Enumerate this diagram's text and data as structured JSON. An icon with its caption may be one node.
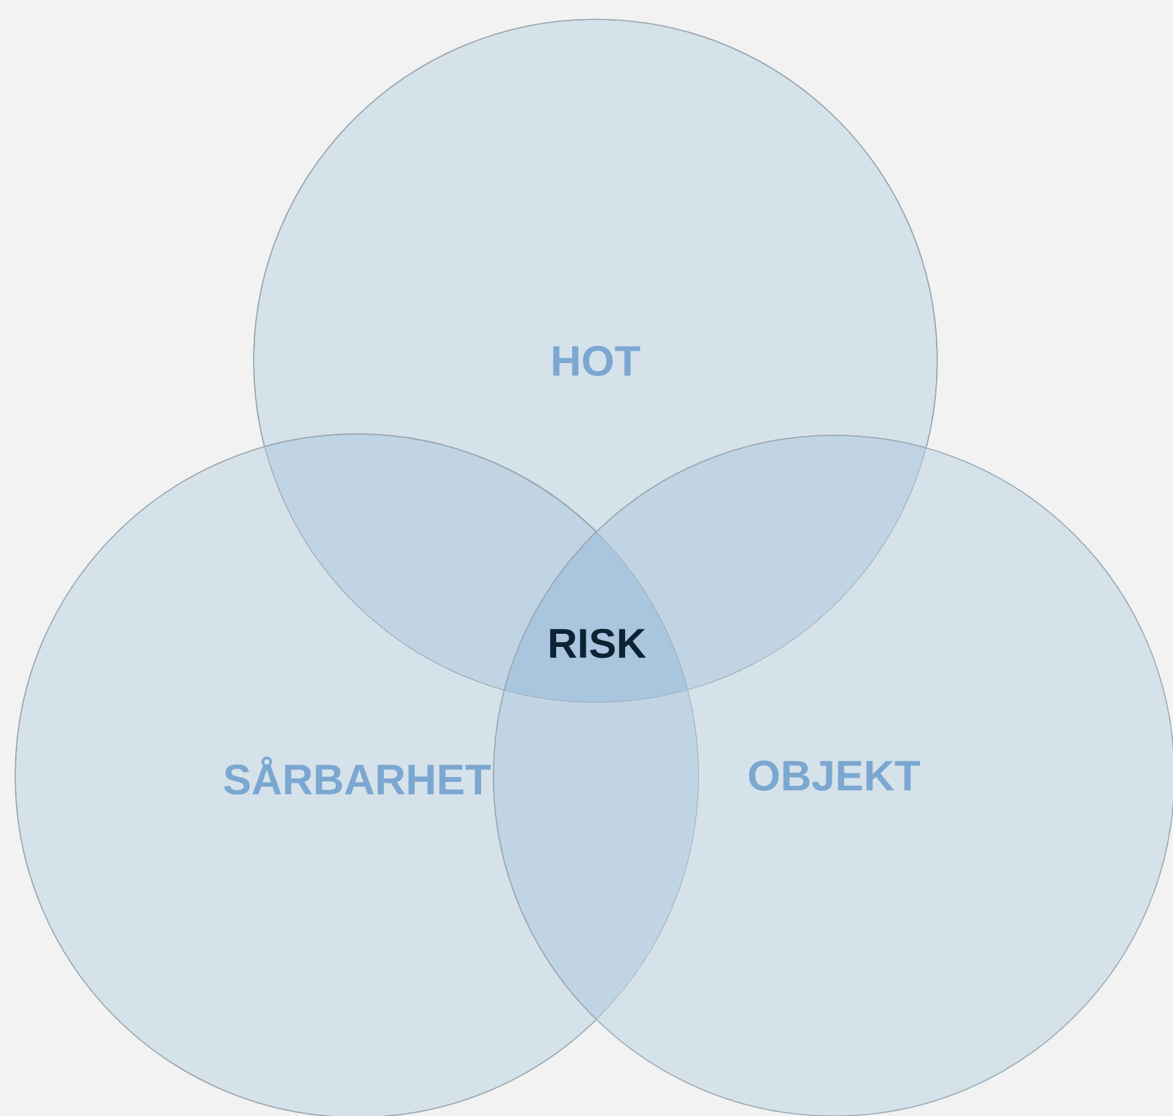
{
  "diagram": {
    "nodes": [
      {
        "text": [
          "HOT"
        ]
      },
      {
        "text": [
          "SÅRBARHET"
        ]
      },
      {
        "text": [
          "OBJEKT"
        ]
      }
    ],
    "labels": [
      "RISK"
    ]
  }
}
